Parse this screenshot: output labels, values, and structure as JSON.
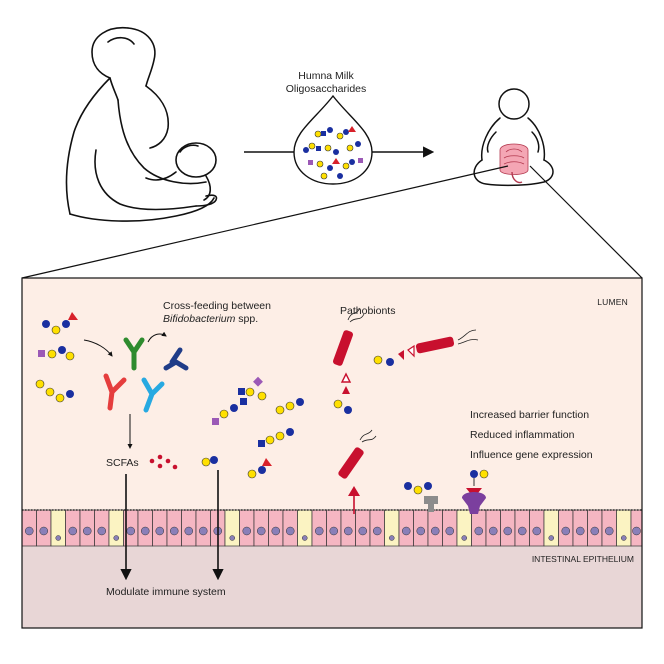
{
  "hmo_label_line1": "Humna Milk",
  "hmo_label_line2": "Oligosaccharides",
  "lumen_label": "LUMEN",
  "cross_feeding_prefix": "Cross-feeding between",
  "cross_feeding_genus": "Bifidobacterium",
  "cross_feeding_suffix": " spp.",
  "pathobionts_label": "Pathobionts",
  "effects": [
    "Increased barrier function",
    "Reduced inflammation",
    "Influence gene expression"
  ],
  "scfas_label": "SCFAs",
  "epithelium_label": "INTESTINAL EPITHELIUM",
  "immune_label": "Modulate immune system",
  "colors": {
    "lumen_bg": "#fdeee6",
    "epithelium_bg": "#e8d6d6",
    "cell_pink": "#f5b6c2",
    "goblet_yellow": "#fbf3c2",
    "nucleus": "#8a7fb8",
    "bacteria_green": "#2e8b2e",
    "bacteria_red": "#e53d3d",
    "bacteria_cyan": "#27a9e1",
    "bacteria_navy": "#1f3c88",
    "pathobiont_red": "#c8102e",
    "sugar_yellow": "#ffe000",
    "sugar_blue": "#1a2fa0",
    "sugar_purple": "#9b59b6",
    "fucose_red": "#d8212a",
    "receptor_gray": "#8c8c8c",
    "receptor_purple": "#7b3f9e"
  }
}
